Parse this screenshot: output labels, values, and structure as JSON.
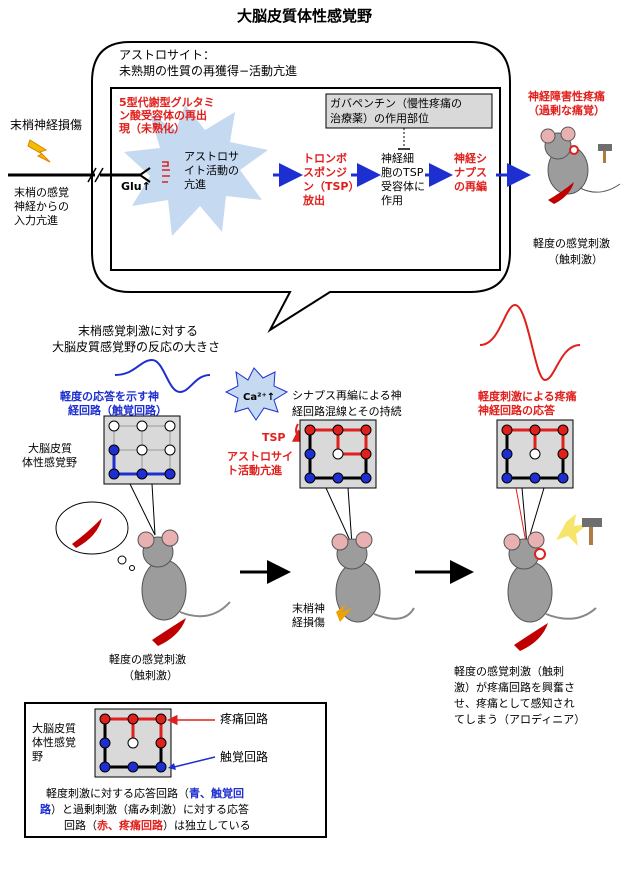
{
  "title": "大脳皮質体性感覚野",
  "top_box": {
    "header_line1": "アストロサイト：",
    "header_line2": "未熟期の性質の再獲得−活動亢進",
    "mglur5": [
      "5型代謝型グルタミ",
      "ン酸受容体の再出",
      "現（未熟化）"
    ],
    "astro_activity": [
      "アストロサ",
      "イト活動の",
      "亢進"
    ],
    "glu": "Glu↑",
    "gabapentin": [
      "ガバペンチン（慢性疼痛の",
      "治療薬）の作用部位"
    ],
    "tsp_release": [
      "トロンボ",
      "スポンジ",
      "ン（TSP）",
      "放出"
    ],
    "tsp_receptor": [
      "神経細",
      "胞のTSP",
      "受容体に",
      "作用"
    ],
    "synapse_rewire": [
      "神経シ",
      "ナプス",
      "の再編"
    ]
  },
  "left_top": {
    "injury": "末梢神経損傷",
    "input": [
      "末梢の感覚",
      "神経からの",
      "入力亢進"
    ]
  },
  "right_top": {
    "pain_title": [
      "神経障害性疼痛",
      "（過剰な痛覚）"
    ],
    "stimulus": [
      "軽度の感覚刺激",
      "（触刺激）"
    ]
  },
  "middle": {
    "response_size": [
      "末梢感覚刺激に対する",
      "大脳皮質感覚野の反応の大きさ"
    ],
    "mild_circuit": [
      "軽度の応答を示す神",
      "経回路（触覚回路）"
    ],
    "cortex_label": [
      "大脳皮質",
      "体性感覚野"
    ],
    "ca": "Ca²⁺↑",
    "tsp": "TSP",
    "astro_up": [
      "アストロサイ",
      "ト活動亢進"
    ],
    "rewire": [
      "シナプス再編による神",
      "経回路混線とその持続"
    ],
    "pain_circuit": [
      "軽度刺激による疼痛",
      "神経回路の応答"
    ],
    "nerve_injury": [
      "末梢神",
      "経損傷"
    ],
    "left_stim": [
      "軽度の感覚刺激",
      "（触刺激）"
    ],
    "right_desc": [
      "軽度の感覚刺激（触刺",
      "激）が疼痛回路を興奮さ",
      "せ、疼痛として感知され",
      "てしまう（アロディニア）"
    ]
  },
  "legend": {
    "cortex_label": [
      "大脳皮質",
      "体性感覚",
      "野"
    ],
    "pain": "疼痛回路",
    "touch": "触覚回路",
    "note_l1_a": "軽度刺激に対する応答回路（",
    "note_l1_b": "青、触覚回",
    "note_l2_a": "路",
    "note_l2_b": "）と過剰刺激（痛み刺激）に対する応答",
    "note_l3_a": "回路（",
    "note_l3_b": "赤、疼痛回路",
    "note_l3_c": "）は独立している"
  },
  "colors": {
    "red": "#e0201c",
    "blue": "#1d2fd0",
    "star": "#c5d9f1",
    "grid_bg": "#d9d9d9"
  }
}
